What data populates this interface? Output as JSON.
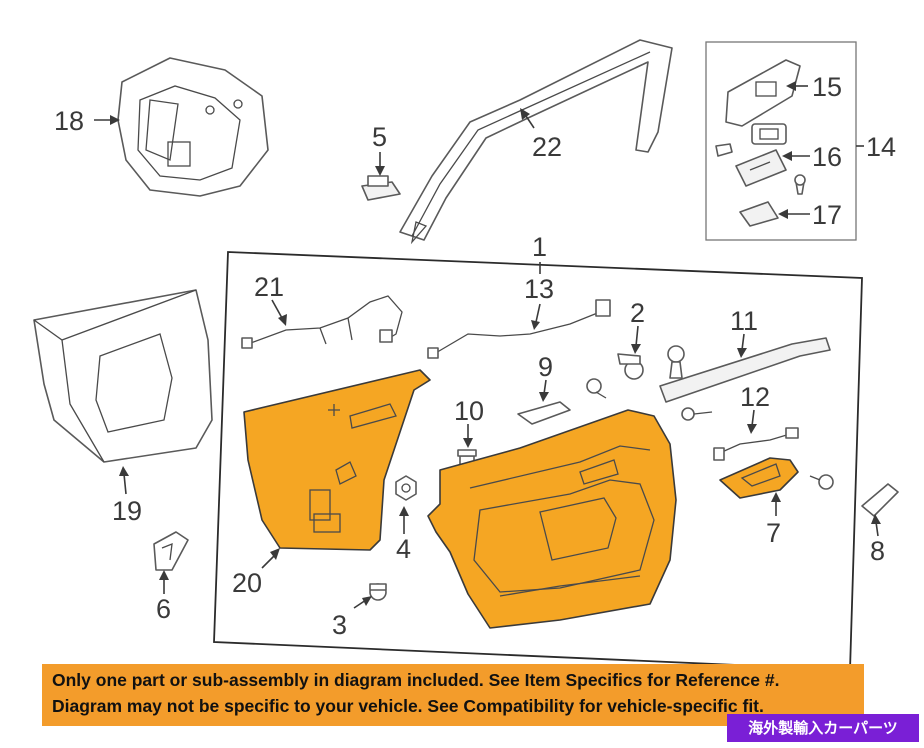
{
  "callouts": {
    "c1": "1",
    "c2": "2",
    "c3": "3",
    "c4": "4",
    "c5": "5",
    "c6": "6",
    "c7": "7",
    "c8": "8",
    "c9": "9",
    "c10": "10",
    "c11": "11",
    "c12": "12",
    "c13": "13",
    "c14": "14",
    "c15": "15",
    "c16": "16",
    "c17": "17",
    "c18": "18",
    "c19": "19",
    "c20": "20",
    "c21": "21",
    "c22": "22"
  },
  "banner": {
    "line1": "Only one part or sub-assembly in diagram included. See Item Specifics for Reference #.",
    "line2": "Diagram may not be specific to your vehicle. See Compatibility for vehicle-specific fit."
  },
  "seller_tag": "海外製輸入カーパーツ",
  "colors": {
    "highlight": "#f5a623",
    "banner": "#f39c2b",
    "tag": "#7a1fd6"
  }
}
